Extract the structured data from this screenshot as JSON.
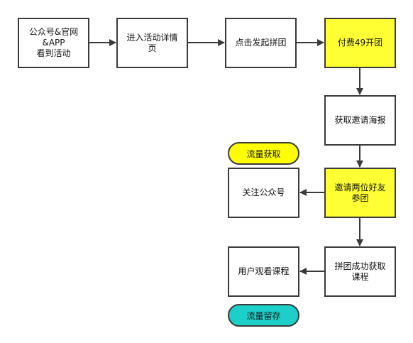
{
  "nodes": {
    "start": "公众号&官网\n&APP\n看到活动",
    "detail": "进入活动详情\n页",
    "launch": "点击发起拼团",
    "pay": "付费49开团",
    "poster": "获取邀请海报",
    "invite": "邀请两位好友\n参团",
    "follow": "关注公众号",
    "success": "拼团成功获取\n课程",
    "watch": "用户观看课程"
  },
  "labels": {
    "acquire": "流量获取",
    "retain": "流量留存"
  },
  "colors": {
    "highlight": "#ffff33",
    "acquire_pill": "#ffff00",
    "retain_pill": "#1ccfc9",
    "stroke": "#3a3a3a"
  }
}
